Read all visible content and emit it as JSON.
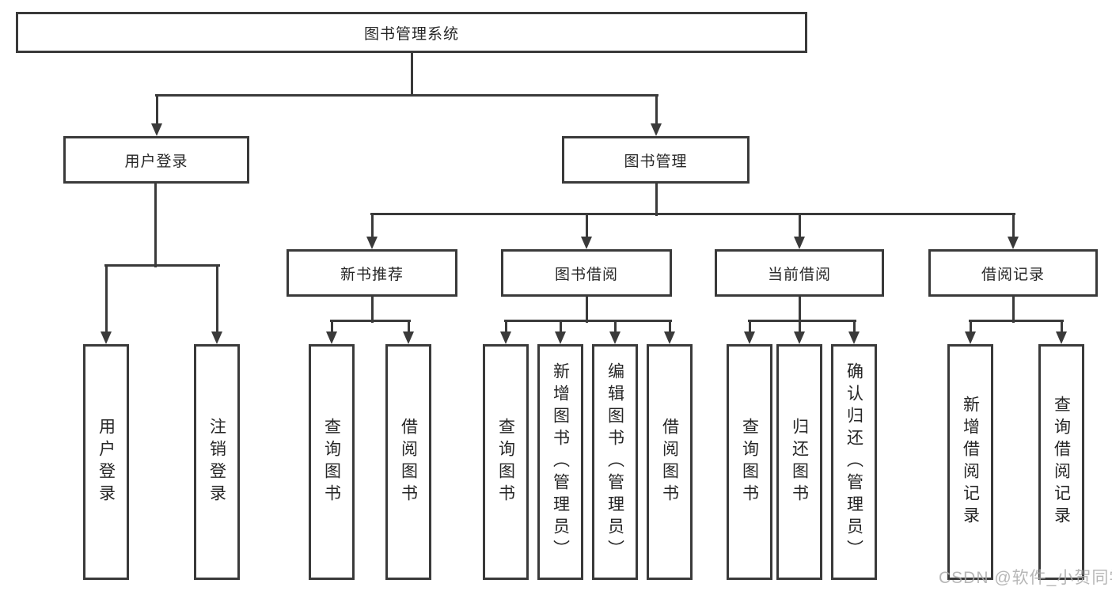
{
  "watermark": "CSDN @软件_小贺同学",
  "colors": {
    "line": "#3a3a3a",
    "border": "#3a3a3a",
    "text": "#262626",
    "watermark_text": "#aaaaaa",
    "background": "#ffffff"
  },
  "diagram": {
    "title": "图书管理系统",
    "nodes": [
      {
        "id": "root",
        "label": "图书管理系统"
      },
      {
        "id": "user-login",
        "label": "用户登录"
      },
      {
        "id": "book-mgmt",
        "label": "图书管理"
      },
      {
        "id": "new-book-rec",
        "label": "新书推荐"
      },
      {
        "id": "book-borrow",
        "label": "图书借阅"
      },
      {
        "id": "current-borrow",
        "label": "当前借阅"
      },
      {
        "id": "borrow-records",
        "label": "借阅记录"
      },
      {
        "id": "leaf-user-login",
        "label": "用户登录"
      },
      {
        "id": "leaf-logout",
        "label": "注销登录"
      },
      {
        "id": "leaf-query-book-1",
        "label": "查询图书"
      },
      {
        "id": "leaf-borrow-book-1",
        "label": "借阅图书"
      },
      {
        "id": "leaf-query-book-2",
        "label": "查询图书"
      },
      {
        "id": "leaf-add-book",
        "label": "新增图书（管理员）"
      },
      {
        "id": "leaf-edit-book",
        "label": "编辑图书（管理员）"
      },
      {
        "id": "leaf-borrow-book-2",
        "label": "借阅图书"
      },
      {
        "id": "leaf-query-book-3",
        "label": "查询图书"
      },
      {
        "id": "leaf-return-book",
        "label": "归还图书"
      },
      {
        "id": "leaf-confirm-return",
        "label": "确认归还（管理员）"
      },
      {
        "id": "leaf-add-borrow-record",
        "label": "新增借阅记录"
      },
      {
        "id": "leaf-query-borrow-record",
        "label": "查询借阅记录"
      }
    ],
    "edges": [
      [
        "root",
        "user-login"
      ],
      [
        "root",
        "book-mgmt"
      ],
      [
        "user-login",
        "leaf-user-login"
      ],
      [
        "user-login",
        "leaf-logout"
      ],
      [
        "book-mgmt",
        "new-book-rec"
      ],
      [
        "book-mgmt",
        "book-borrow"
      ],
      [
        "book-mgmt",
        "current-borrow"
      ],
      [
        "book-mgmt",
        "borrow-records"
      ],
      [
        "new-book-rec",
        "leaf-query-book-1"
      ],
      [
        "new-book-rec",
        "leaf-borrow-book-1"
      ],
      [
        "book-borrow",
        "leaf-query-book-2"
      ],
      [
        "book-borrow",
        "leaf-add-book"
      ],
      [
        "book-borrow",
        "leaf-edit-book"
      ],
      [
        "book-borrow",
        "leaf-borrow-book-2"
      ],
      [
        "current-borrow",
        "leaf-query-book-3"
      ],
      [
        "current-borrow",
        "leaf-return-book"
      ],
      [
        "current-borrow",
        "leaf-confirm-return"
      ],
      [
        "borrow-records",
        "leaf-add-borrow-record"
      ],
      [
        "borrow-records",
        "leaf-query-borrow-record"
      ]
    ]
  }
}
